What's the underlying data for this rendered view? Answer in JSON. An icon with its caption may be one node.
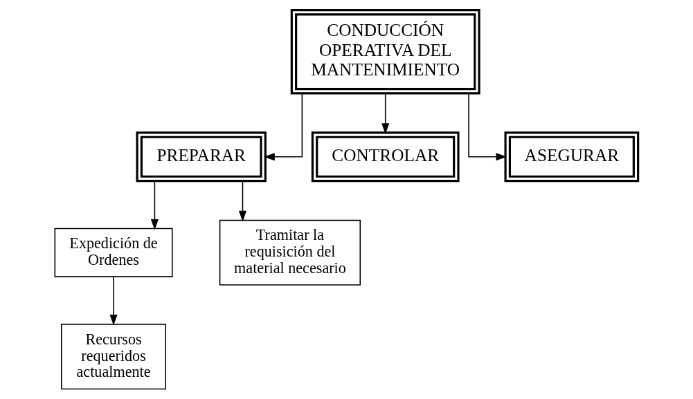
{
  "diagram": {
    "nodes": [
      {
        "text": [
          "CONDUCCIÓN OPERATIVA DEL MANTENIMIENTO"
        ]
      },
      {
        "text": [
          "PREPARAR"
        ]
      },
      {
        "text": [
          "CONTROLAR"
        ]
      },
      {
        "text": [
          "ASEGURAR"
        ]
      },
      {
        "text": [
          "Expedición de Ordenes"
        ]
      },
      {
        "text": [
          "Tramitar la requisición del material necesario"
        ]
      },
      {
        "text": [
          "Recursos requeridos actualmente"
        ]
      }
    ],
    "edges": [
      {
        "from": 0,
        "to": 1,
        "arrow": "to"
      },
      {
        "from": 0,
        "to": 2,
        "arrow": "to"
      },
      {
        "from": 0,
        "to": 3,
        "arrow": "to"
      },
      {
        "from": 1,
        "to": 4,
        "arrow": "to"
      },
      {
        "from": 1,
        "to": 5,
        "arrow": "to"
      },
      {
        "from": 4,
        "to": 6,
        "arrow": "to"
      }
    ]
  }
}
